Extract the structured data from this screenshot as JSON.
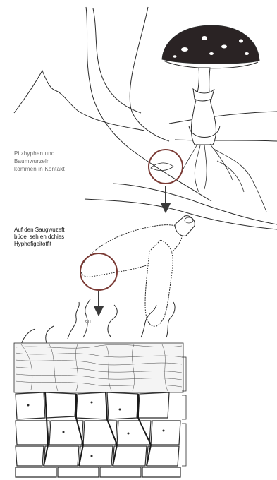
{
  "labels": {
    "contact": [
      "Pilzhyphen  und",
      "Baumwurzeln",
      "kommen  in  Kontakt"
    ],
    "mantle": [
      "Auf den Saugwuzeft",
      "büdei  seh en dchies",
      "Hyphefigeitotfit"
    ],
    "small": "en"
  },
  "colors": {
    "line": "#2b2b2b",
    "cap": "#2a2324",
    "circle": "#7a3a34",
    "arrow": "#3a3a3a",
    "label_gray": "#6b6b6b"
  }
}
